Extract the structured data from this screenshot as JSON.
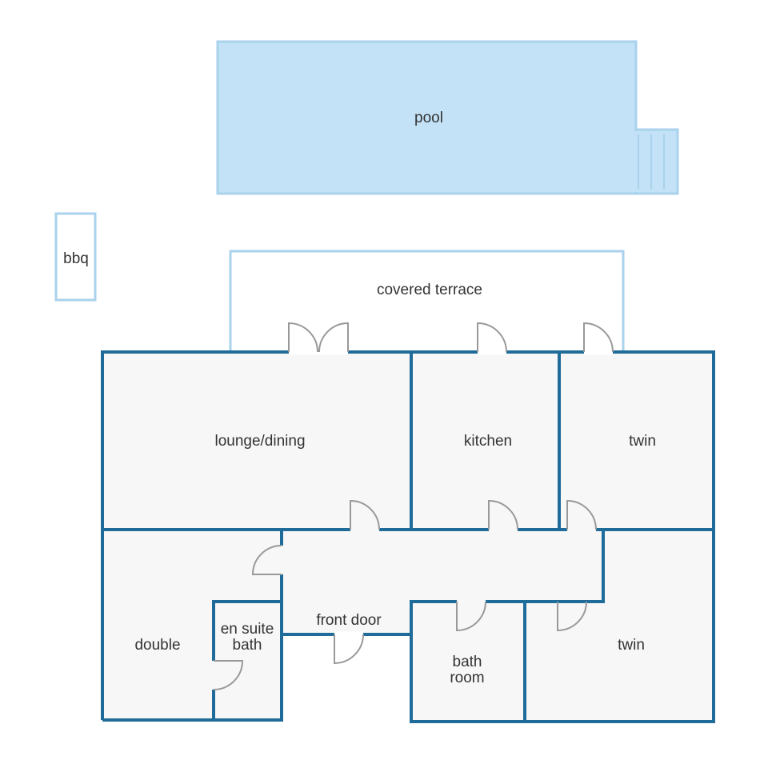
{
  "colors": {
    "wall": "#1f6b99",
    "light_outline": "#a9d2ec",
    "pool_fill": "#c3e2f7",
    "room_fill": "#f7f7f7",
    "door": "#999999",
    "text": "#333333"
  },
  "labels": {
    "pool": "pool",
    "bbq": "bbq",
    "covered_terrace": "covered terrace",
    "lounge_dining": "lounge/dining",
    "kitchen": "kitchen",
    "twin_top": "twin",
    "twin_bottom": "twin",
    "double": "double",
    "en_suite_line1": "en suite",
    "en_suite_line2": "bath",
    "front_door": "front door",
    "bath_room_line1": "bath",
    "bath_room_line2": "room"
  }
}
